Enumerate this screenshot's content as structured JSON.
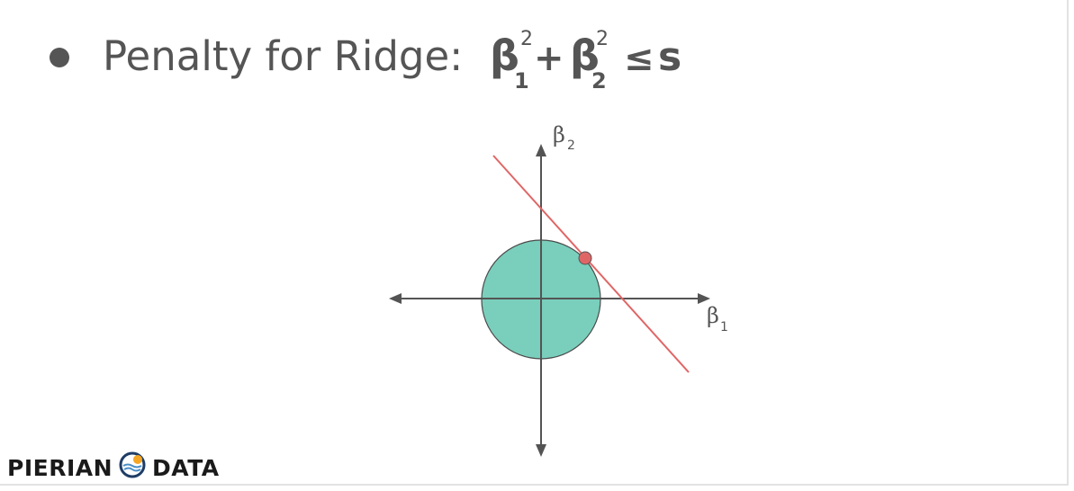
{
  "slide": {
    "bullet_label": "Penalty for Ridge:",
    "formula": {
      "beta": "β",
      "sub1": "1",
      "sub2": "2",
      "sup": "2",
      "plus": "+",
      "leq": "≤",
      "s": "s"
    }
  },
  "diagram": {
    "axis_y_label": "β",
    "axis_y_sub": "2",
    "axis_x_label": "β",
    "axis_x_sub": "1",
    "colors": {
      "axis": "#545454",
      "circle_fill": "#79cfbc",
      "circle_stroke": "#4a4a4a",
      "line": "#e06666",
      "point": "#e06666"
    }
  },
  "logo": {
    "left_text": "PIERIAN",
    "right_text": "DATA",
    "icon": "pierian-data-logo-icon",
    "colors": {
      "navy": "#1f3d66",
      "orange": "#f5a623",
      "wave": "#4a8fc9"
    }
  }
}
